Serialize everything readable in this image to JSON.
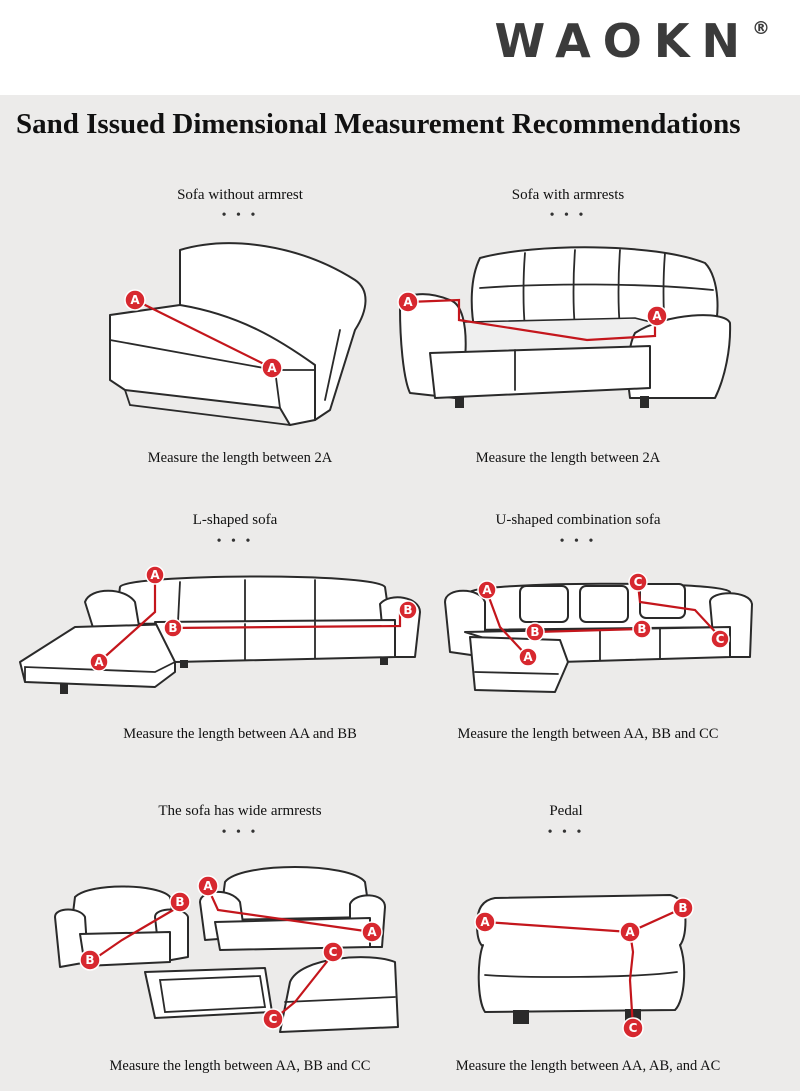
{
  "brand": {
    "name": "WAOKN",
    "mark": "®"
  },
  "title": "Sand Issued Dimensional Measurement Recommendations",
  "panels": [
    {
      "label": "Sofa without armrest",
      "dots": "• • •",
      "caption": "Measure the length between 2A"
    },
    {
      "label": "Sofa with armrests",
      "dots": "• • •",
      "caption": "Measure the length between 2A"
    },
    {
      "label": "L-shaped sofa",
      "dots": "• • •",
      "caption": "Measure the length between AA and BB"
    },
    {
      "label": "U-shaped combination sofa",
      "dots": "• • •",
      "caption": "Measure the length between AA, BB and CC"
    },
    {
      "label": "The sofa has wide armrests",
      "dots": "• • •",
      "caption": "Measure the length between AA, BB and CC"
    },
    {
      "label": "Pedal",
      "dots": "• • •",
      "caption": "Measure the length between AA, AB, and AC"
    }
  ],
  "markers": {
    "a": "A",
    "b": "B",
    "c": "C"
  },
  "colors": {
    "marker": "#d7282f",
    "line": "#c4161c",
    "background": "#ecebea"
  }
}
